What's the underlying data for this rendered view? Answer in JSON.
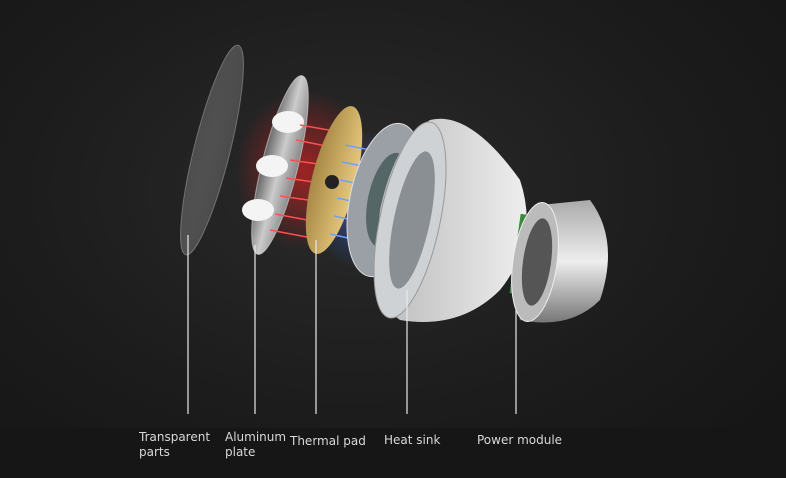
{
  "diagram": {
    "title_hidden": null,
    "labels": [
      {
        "id": "transparent-parts",
        "line1": "Transparent",
        "line2": "parts"
      },
      {
        "id": "aluminum-plate",
        "line1": "Aluminum",
        "line2": "plate"
      },
      {
        "id": "thermal-pad",
        "line1": "Thermal pad",
        "line2": ""
      },
      {
        "id": "heat-sink",
        "line1": "Heat sink",
        "line2": ""
      },
      {
        "id": "power-module",
        "line1": "Power module",
        "line2": ""
      }
    ],
    "colors": {
      "background": "#1c1c1c",
      "heat": "#ff3a3a",
      "cool": "#4a8cff",
      "pad": "#d9b96a",
      "leader": "#e8e8e8"
    }
  }
}
